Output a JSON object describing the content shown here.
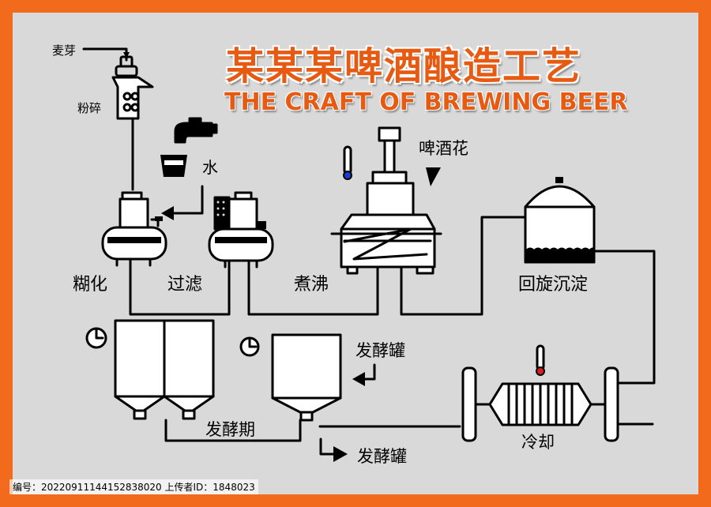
{
  "title": {
    "cn": "某某某啤酒酿造工艺",
    "en": "THE CRAFT OF BREWING BEER"
  },
  "inputs": {
    "malt": "麦芽",
    "crush": "粉碎",
    "water": "水",
    "hops": "啤酒花"
  },
  "stages": {
    "mashing": "糊化",
    "filtering": "过滤",
    "boiling": "煮沸",
    "whirlpool": "回旋沉淀",
    "fermentation_tank": "发酵罐",
    "fermentation_period": "发酵期",
    "fermentation_tank_out": "发酵罐",
    "cooling": "冷却"
  },
  "watermark": "编号：20220911144152838020 上传者ID：1848023",
  "colors": {
    "frame": "#f26a1b",
    "background": "#d9d9d9",
    "title": "#e65a12",
    "line": "#000000",
    "thermo_blue": "#1a3cc8",
    "thermo_red": "#d81e1e"
  }
}
